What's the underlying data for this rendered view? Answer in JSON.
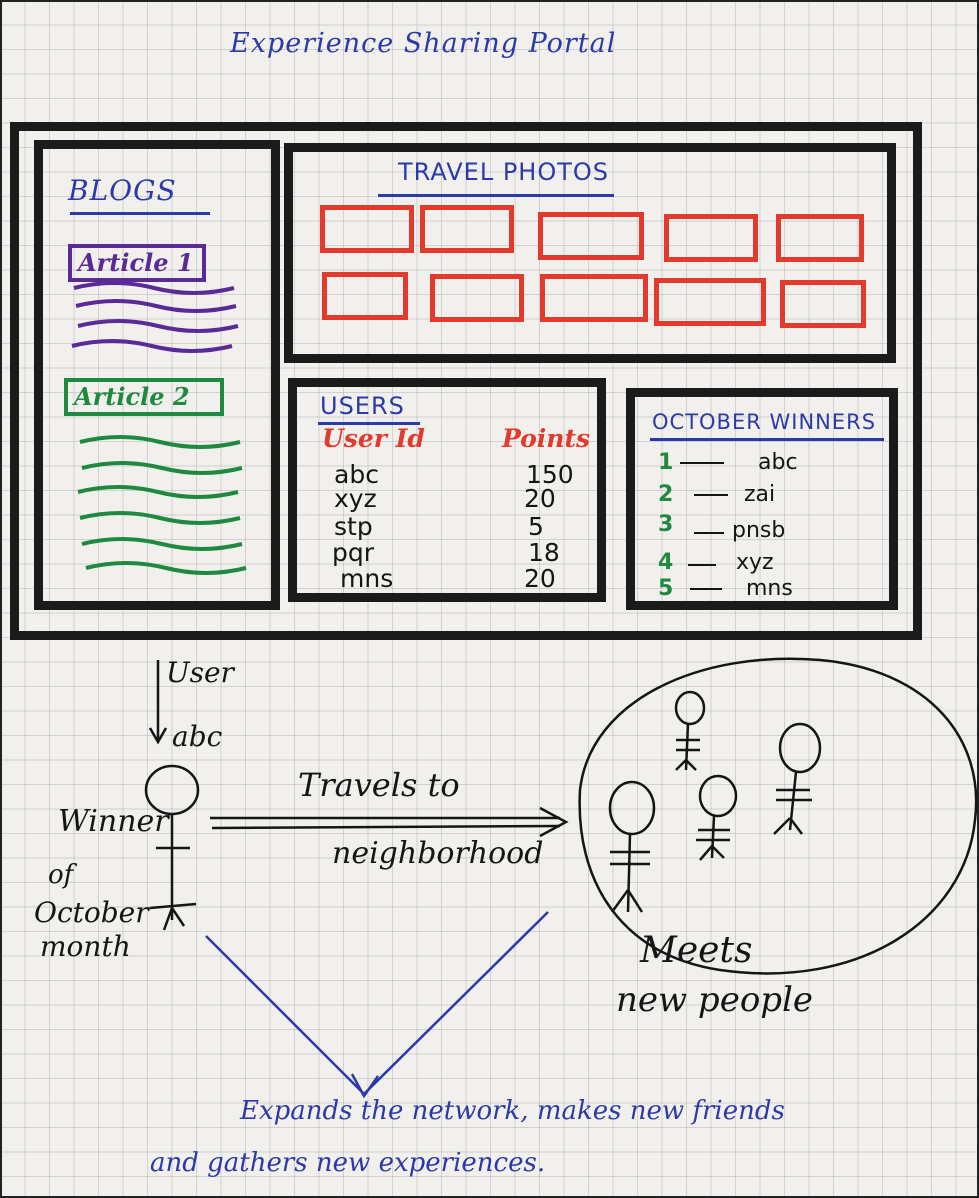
{
  "title": "Experience Sharing Portal",
  "blogs": {
    "heading": "BLOGS",
    "articles": [
      "Article 1",
      "Article 2"
    ]
  },
  "travel_photos": {
    "heading": "TRAVEL PHOTOS"
  },
  "users": {
    "heading": "USERS",
    "columns": [
      "User Id",
      "Points"
    ],
    "rows": [
      [
        "abc",
        "150"
      ],
      [
        "xyz",
        "20"
      ],
      [
        "stp",
        "5"
      ],
      [
        "pqr",
        "18"
      ],
      [
        "mns",
        "20"
      ]
    ]
  },
  "october_winners": {
    "heading": "OCTOBER WINNERS",
    "entries": [
      {
        "rank": "1",
        "name": "abc"
      },
      {
        "rank": "2",
        "name": "zai"
      },
      {
        "rank": "3",
        "name": "pnsb"
      },
      {
        "rank": "4",
        "name": "xyz"
      },
      {
        "rank": "5",
        "name": "mns"
      }
    ]
  },
  "flow": {
    "user_label": "User",
    "user_name": "abc",
    "winner_label": [
      "Winner",
      "of",
      "October",
      "month"
    ],
    "travel_top": "Travels to",
    "travel_bottom": "neighborhood",
    "meets_top": "Meets",
    "meets_bottom": "new people",
    "result_line1": "Expands the network, makes new friends",
    "result_line2": "and gathers new experiences."
  },
  "colors": {
    "heading_blue": "#2b3aa6",
    "photo_red": "#e23a2c",
    "article1_purple": "#5a2a96",
    "article2_green": "#1f8a3f",
    "ink_black": "#151515"
  }
}
